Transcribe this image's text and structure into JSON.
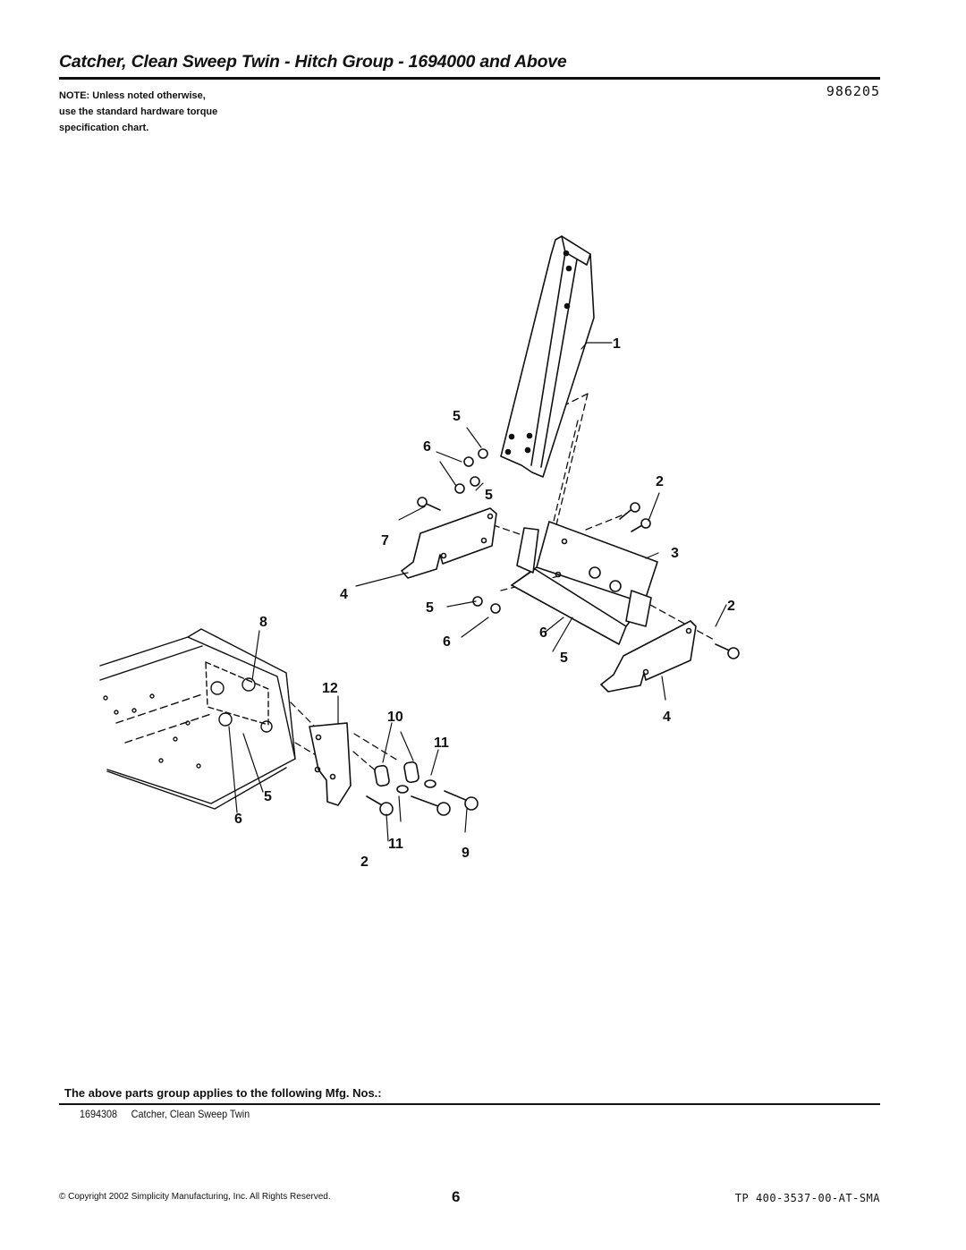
{
  "header": {
    "title": "Catcher, Clean Sweep Twin - Hitch Group - 1694000 and Above",
    "figure_number": "986205",
    "note_lines": [
      "NOTE: Unless noted otherwise,",
      "use the standard hardware torque",
      "specification chart."
    ]
  },
  "diagram": {
    "callouts": [
      "1",
      "5",
      "6",
      "5",
      "2",
      "7",
      "3",
      "4",
      "5",
      "2",
      "8",
      "6",
      "6",
      "5",
      "12",
      "10",
      "4",
      "11",
      "5",
      "6",
      "11",
      "9",
      "2"
    ]
  },
  "applies": {
    "heading": "The above parts group applies to the following Mfg. Nos.:",
    "items": [
      {
        "mfg_no": "1694308",
        "description": "Catcher, Clean Sweep Twin"
      }
    ]
  },
  "footer": {
    "copyright": "© Copyright 2002 Simplicity Manufacturing, Inc. All Rights Reserved.",
    "page": "6",
    "doc_id": "TP 400-3537-00-AT-SMA"
  }
}
